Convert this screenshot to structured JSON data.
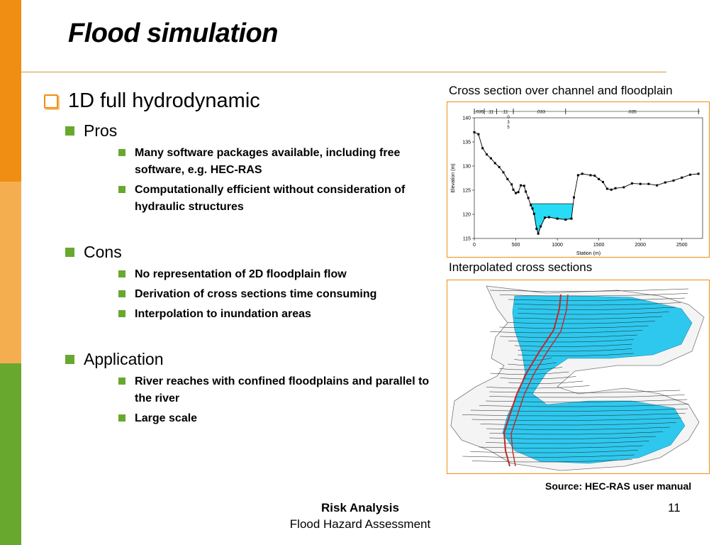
{
  "slide": {
    "title": "Flood simulation",
    "footer_title": "Risk Analysis",
    "footer_subtitle": "Flood Hazard Assessment",
    "page_number": "11",
    "source": "Source: HEC-RAS user manual"
  },
  "bullets": {
    "main": "1D full hydrodynamic",
    "sections": [
      {
        "heading": "Pros",
        "items": [
          "Many software packages available, including free software, e.g. HEC-RAS",
          "Computationally efficient without consideration of hydraulic structures"
        ]
      },
      {
        "heading": "Cons",
        "items": [
          "No representation of 2D floodplain flow",
          "Derivation of cross sections time consuming",
          "Interpolation to inundation areas"
        ]
      },
      {
        "heading": "Application",
        "items": [
          "River reaches with confined floodplains and parallel to the river",
          "Large scale"
        ]
      }
    ]
  },
  "figure1": {
    "caption": "Cross section over channel and floodplain",
    "chart_data": {
      "type": "line",
      "xlabel": "Station (m)",
      "ylabel": "Elevation (m)",
      "xlim": [
        0,
        2750
      ],
      "ylim": [
        115,
        140
      ],
      "xticks": [
        0,
        500,
        1000,
        1500,
        2000,
        2500
      ],
      "yticks": [
        115,
        120,
        125,
        130,
        135,
        140
      ],
      "mannings_labels": [
        ".035",
        ".11",
        ".11",
        ".033",
        ".035"
      ],
      "mannings_vertical": [
        "0",
        "3",
        "5"
      ],
      "ground": [
        [
          0,
          137
        ],
        [
          50,
          136.6
        ],
        [
          100,
          133.7
        ],
        [
          150,
          132.4
        ],
        [
          200,
          131.6
        ],
        [
          250,
          130.6
        ],
        [
          300,
          129.8
        ],
        [
          350,
          128.7
        ],
        [
          400,
          127.3
        ],
        [
          450,
          126.2
        ],
        [
          470,
          125.1
        ],
        [
          500,
          124.4
        ],
        [
          530,
          124.6
        ],
        [
          560,
          126
        ],
        [
          600,
          125.9
        ],
        [
          620,
          124.7
        ],
        [
          650,
          123.4
        ],
        [
          680,
          121.9
        ],
        [
          700,
          121.2
        ],
        [
          720,
          120.1
        ],
        [
          750,
          117
        ],
        [
          770,
          116
        ],
        [
          800,
          117.5
        ],
        [
          850,
          119.3
        ],
        [
          900,
          119.4
        ],
        [
          1000,
          119.1
        ],
        [
          1100,
          118.9
        ],
        [
          1170,
          119.1
        ],
        [
          1200,
          123.5
        ],
        [
          1250,
          128.1
        ],
        [
          1300,
          128.4
        ],
        [
          1400,
          128.1
        ],
        [
          1450,
          128
        ],
        [
          1500,
          127.3
        ],
        [
          1550,
          126.7
        ],
        [
          1600,
          125.3
        ],
        [
          1650,
          125.1
        ],
        [
          1700,
          125.4
        ],
        [
          1800,
          125.6
        ],
        [
          1900,
          126.4
        ],
        [
          2000,
          126.3
        ],
        [
          2100,
          126.3
        ],
        [
          2200,
          126
        ],
        [
          2300,
          126.6
        ],
        [
          2400,
          127
        ],
        [
          2500,
          127.6
        ],
        [
          2600,
          128.2
        ],
        [
          2700,
          128.4
        ]
      ],
      "water_surface": 122.2
    }
  },
  "figure2": {
    "caption": "Interpolated cross sections"
  }
}
